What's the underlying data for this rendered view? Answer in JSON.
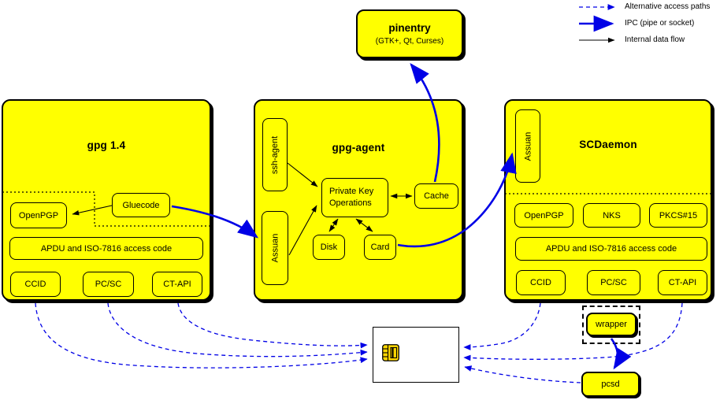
{
  "legend": {
    "items": [
      {
        "label": "Alternative access paths",
        "line_style": "dashed-blue-arrow"
      },
      {
        "label": "IPC (pipe or socket)",
        "line_style": "solid-blue-thick-arrow"
      },
      {
        "label": "Internal data flow",
        "line_style": "solid-black-arrow"
      }
    ]
  },
  "pinentry": {
    "title": "pinentry",
    "subtitle": "(GTK+, Qt, Curses)"
  },
  "gpg14": {
    "title": "gpg 1.4",
    "gluecode": "Gluecode",
    "openpgp": "OpenPGP",
    "apdu": "APDU and ISO-7816 access code",
    "ccid": "CCID",
    "pcsc": "PC/SC",
    "ctapi": "CT-API"
  },
  "gpg_agent": {
    "title": "gpg-agent",
    "ssh_agent": "ssh-agent",
    "assuan": "Assuan",
    "private_key_line1": "Private Key",
    "private_key_line2": "Operations",
    "cache": "Cache",
    "disk": "Disk",
    "card": "Card"
  },
  "scdaemon": {
    "title": "SCDaemon",
    "assuan": "Assuan",
    "openpgp": "OpenPGP",
    "nks": "NKS",
    "pkcs15": "PKCS#15",
    "apdu": "APDU and ISO-7816 access code",
    "ccid": "CCID",
    "pcsc": "PC/SC",
    "ctapi": "CT-API"
  },
  "external": {
    "wrapper": "wrapper",
    "pcsd": "pcsd"
  },
  "colors": {
    "node_fill": "#ffff00",
    "ipc_blue": "#0000e6",
    "border": "#000000",
    "card_chip": "#ffd700"
  },
  "icons": {
    "smartcard_chip": "smartcard-chip-icon"
  }
}
